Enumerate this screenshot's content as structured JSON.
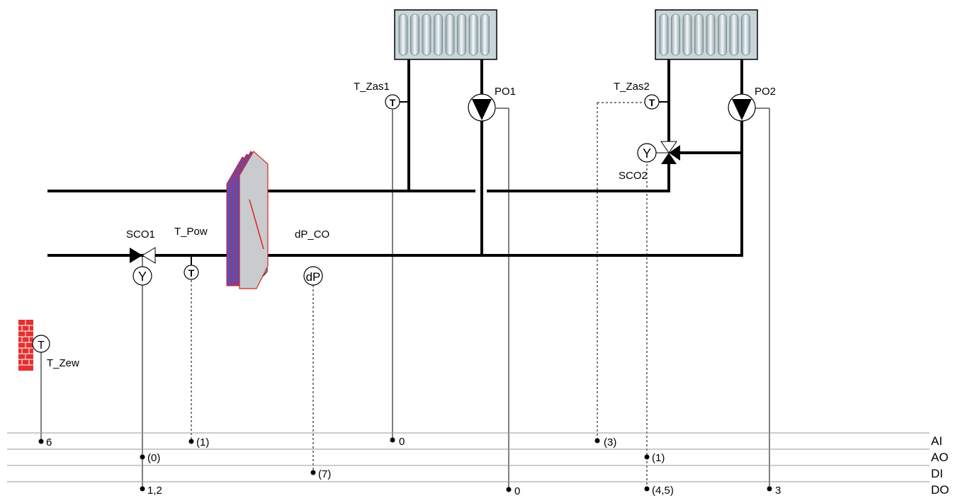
{
  "labels": {
    "t_zas1": "T_Zas1",
    "po1": "PO1",
    "t_zas2": "T_Zas2",
    "po2": "PO2",
    "sco2": "SCO2",
    "sco1": "SCO1",
    "t_pow": "T_Pow",
    "dp_co": "dP_CO",
    "t_zew": "T_Zew"
  },
  "symbols": {
    "temperature": "T",
    "actuator": "Y",
    "pressure": "dP"
  },
  "buses": [
    "AI",
    "AO",
    "DI",
    "DO"
  ],
  "points": {
    "t_zew_ai": "6",
    "t_pow_ai": "(1)",
    "t_zas1_ai": "0",
    "t_zas2_ai": "(3)",
    "sco1_ao": "(0)",
    "sco2_ao": "(1)",
    "dp_di": "(7)",
    "sco1_do": "1,2",
    "po1_do": "0",
    "sco2_do": "(4,5)",
    "po2_do": "3"
  },
  "colors": {
    "radiator_fill": "#c9d5d8",
    "exchanger_blue": "#5a4fb8",
    "exchanger_red": "#e02020",
    "wall_red": "#e53030"
  }
}
